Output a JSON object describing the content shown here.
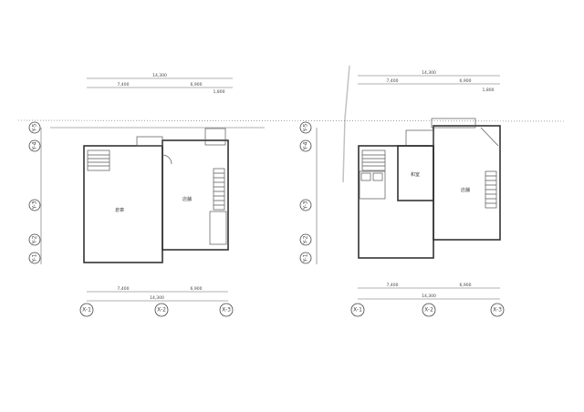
{
  "plans": [
    {
      "name": "floor-plan-left",
      "dims_top": {
        "overall": "14,300",
        "left": "7,400",
        "right": "6,900",
        "sub": "1,800"
      },
      "dims_bottom": {
        "overall": "14,300",
        "left": "7,400",
        "right": "6,900"
      },
      "x_axes": [
        "X-1",
        "X-2",
        "X-3"
      ],
      "y_axes": [
        "Y-5",
        "Y-4",
        "Y-3",
        "Y-2",
        "Y-1"
      ],
      "rooms": [
        "倉庫",
        "店舗"
      ]
    },
    {
      "name": "floor-plan-right",
      "dims_top": {
        "overall": "14,300",
        "left": "7,400",
        "right": "6,900",
        "sub": "1,800"
      },
      "dims_bottom": {
        "overall": "14,300",
        "left": "7,400",
        "right": "6,900"
      },
      "x_axes": [
        "X-1",
        "X-2",
        "X-3"
      ],
      "y_axes": [
        "Y-5",
        "Y-4",
        "Y-3",
        "Y-2",
        "Y-1"
      ],
      "rooms": [
        "和室",
        "店舗"
      ]
    }
  ]
}
